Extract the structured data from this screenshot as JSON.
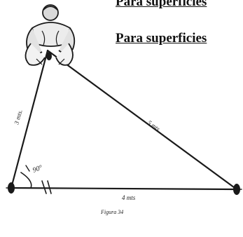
{
  "headings": [
    "Para superficies",
    "Para superficies"
  ],
  "labels": {
    "side_left": "3 mts.",
    "side_hyp": "5 mts.",
    "side_base": "4 mts",
    "angle": "90°",
    "caption": "Figura 34"
  },
  "icons": {
    "person": "surveyor-person-icon",
    "stake": "stake-icon"
  },
  "colors": {
    "ink": "#1a1a1a",
    "paper": "#ffffff"
  }
}
